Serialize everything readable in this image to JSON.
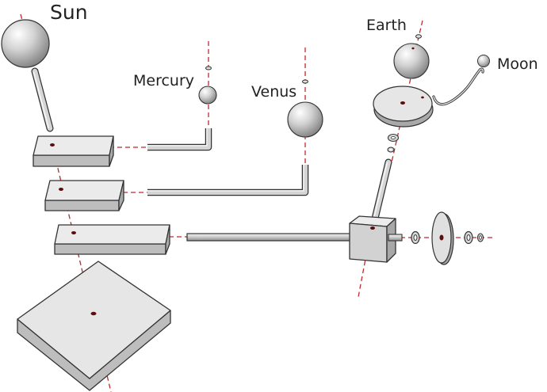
{
  "labels": {
    "sun": "Sun",
    "mercury": "Mercury",
    "venus": "Venus",
    "earth": "Earth",
    "moon": "Moon"
  },
  "colors": {
    "axis": "#c0282a",
    "plate_top": "#e9e9e9",
    "plate_side": "#bdbdbd",
    "outline": "#333333"
  }
}
